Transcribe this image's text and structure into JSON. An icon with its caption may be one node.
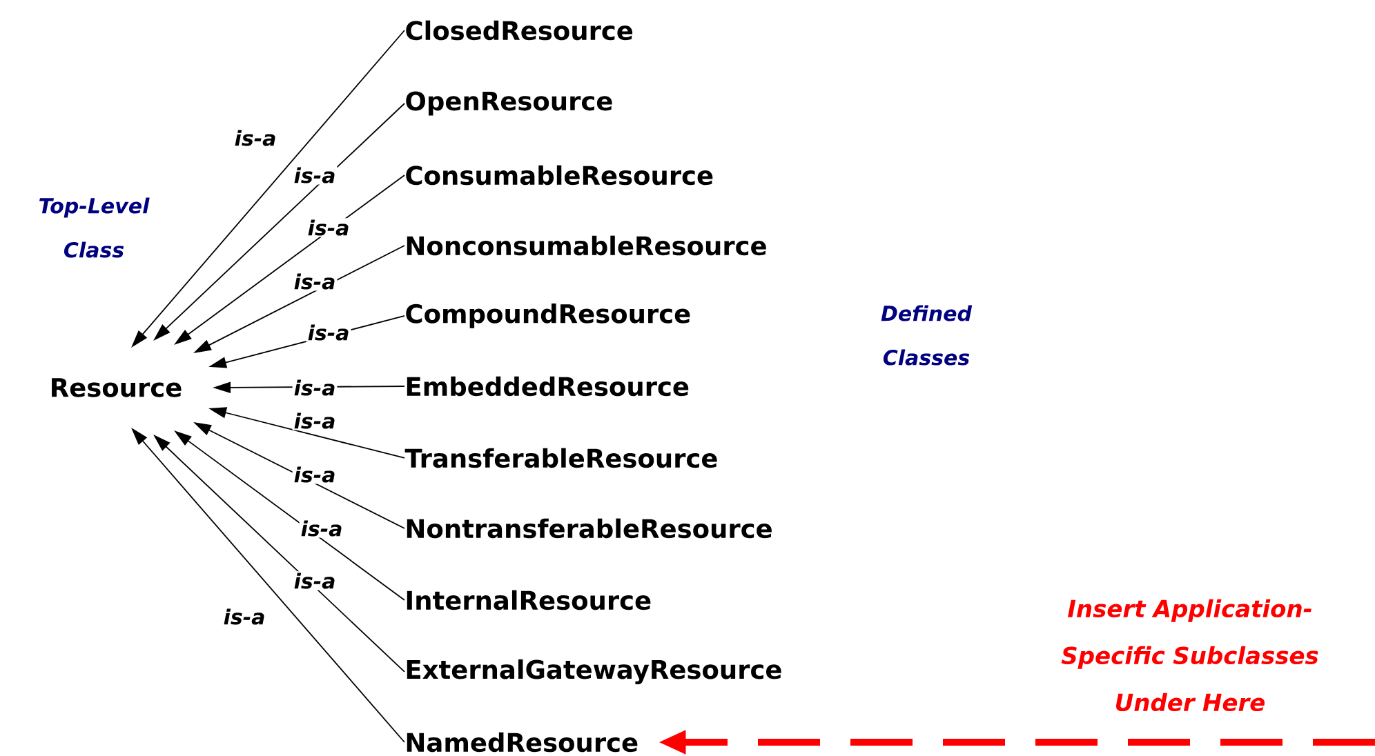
{
  "diagram": {
    "nodes": [
      {
        "text": [
          "Resource"
        ]
      },
      {
        "text": [
          "ClosedResource"
        ]
      },
      {
        "text": [
          "OpenResource"
        ]
      },
      {
        "text": [
          "ConsumableResource"
        ]
      },
      {
        "text": [
          "NonconsumableResource"
        ]
      },
      {
        "text": [
          "CompoundResource"
        ]
      },
      {
        "text": [
          "EmbeddedResource"
        ]
      },
      {
        "text": [
          "TransferableResource"
        ]
      },
      {
        "text": [
          "NontransferableResource"
        ]
      },
      {
        "text": [
          "InternalResource"
        ]
      },
      {
        "text": [
          "ExternalGatewayResource"
        ]
      },
      {
        "text": [
          "NamedResource"
        ]
      }
    ],
    "edges": [
      {
        "from": 1,
        "to": 0,
        "arrow": "to",
        "label": "is-a"
      },
      {
        "from": 2,
        "to": 0,
        "arrow": "to",
        "label": "is-a"
      },
      {
        "from": 3,
        "to": 0,
        "arrow": "to",
        "label": "is-a"
      },
      {
        "from": 4,
        "to": 0,
        "arrow": "to",
        "label": "is-a"
      },
      {
        "from": 5,
        "to": 0,
        "arrow": "to",
        "label": "is-a"
      },
      {
        "from": 6,
        "to": 0,
        "arrow": "to",
        "label": "is-a"
      },
      {
        "from": 7,
        "to": 0,
        "arrow": "to",
        "label": "is-a"
      },
      {
        "from": 8,
        "to": 0,
        "arrow": "to",
        "label": "is-a"
      },
      {
        "from": 9,
        "to": 0,
        "arrow": "to",
        "label": "is-a"
      },
      {
        "from": 10,
        "to": 0,
        "arrow": "to",
        "label": "is-a"
      },
      {
        "from": 11,
        "to": 0,
        "arrow": "to",
        "label": "is-a"
      },
      {
        "from": null,
        "to": 11,
        "arrow": "to",
        "style": "dashed",
        "color": "#ff0000"
      }
    ],
    "labels": [
      "Top-Level Class",
      "Defined Classes",
      "Insert Application-Specific Subclasses Under Here"
    ]
  }
}
